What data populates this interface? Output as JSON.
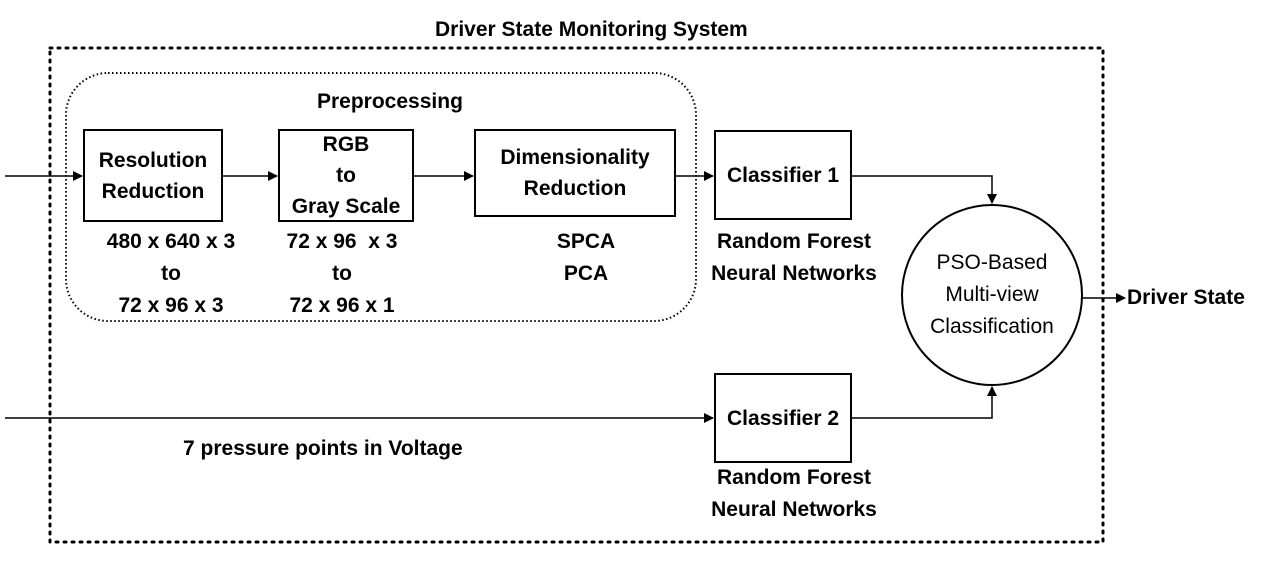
{
  "system": {
    "title": "Driver State Monitoring System"
  },
  "preprocessing": {
    "title": "Preprocessing",
    "resolution_box": [
      "Resolution",
      "Reduction"
    ],
    "resolution_caption": [
      "480 x 640 x 3",
      "to",
      "72 x 96 x 3"
    ],
    "gray_box": [
      "RGB",
      "to",
      "Gray Scale"
    ],
    "gray_caption": [
      "72 x 96  x 3",
      "to",
      "72 x 96 x 1"
    ],
    "dimred_box": [
      "Dimensionality",
      "Reduction"
    ],
    "dimred_caption": [
      "SPCA",
      "PCA"
    ]
  },
  "classifier1": {
    "label": "Classifier 1",
    "caption": [
      "Random Forest",
      "Neural Networks"
    ]
  },
  "classifier2": {
    "label": "Classifier 2",
    "caption": [
      "Random Forest",
      "Neural Networks"
    ]
  },
  "fusion": {
    "lines": [
      "PSO-Based",
      "Multi-view",
      "Classification"
    ]
  },
  "pressure_input": {
    "label": "7 pressure points in Voltage"
  },
  "output": {
    "label": "Driver State"
  }
}
